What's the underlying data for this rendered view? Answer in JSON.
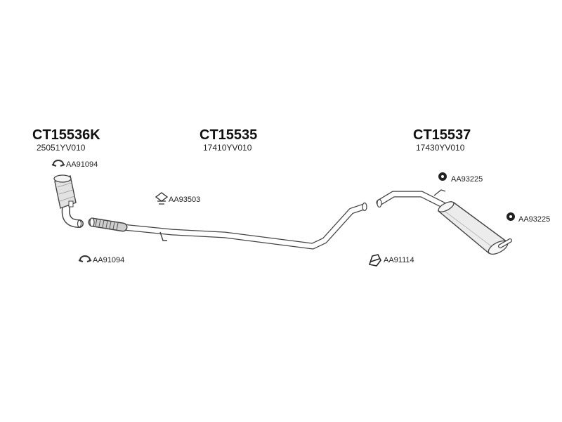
{
  "parts": [
    {
      "code": "CT15536K",
      "oem": "25051YV010"
    },
    {
      "code": "CT15535",
      "oem": "17410YV010"
    },
    {
      "code": "CT15537",
      "oem": "17430YV010"
    }
  ],
  "accessories": [
    {
      "code": "AA91094",
      "icon": "clamp-icon"
    },
    {
      "code": "AA91094",
      "icon": "clamp-icon"
    },
    {
      "code": "AA93503",
      "icon": "mounting-bracket-icon"
    },
    {
      "code": "AA91114",
      "icon": "hanger-icon"
    },
    {
      "code": "AA93225",
      "icon": "rubber-mount-icon"
    },
    {
      "code": "AA93225",
      "icon": "rubber-mount-icon"
    }
  ],
  "colors": {
    "line": "#444444",
    "fill": "#ffffff",
    "shade": "#d8d8d8",
    "rubber": "#222222"
  }
}
